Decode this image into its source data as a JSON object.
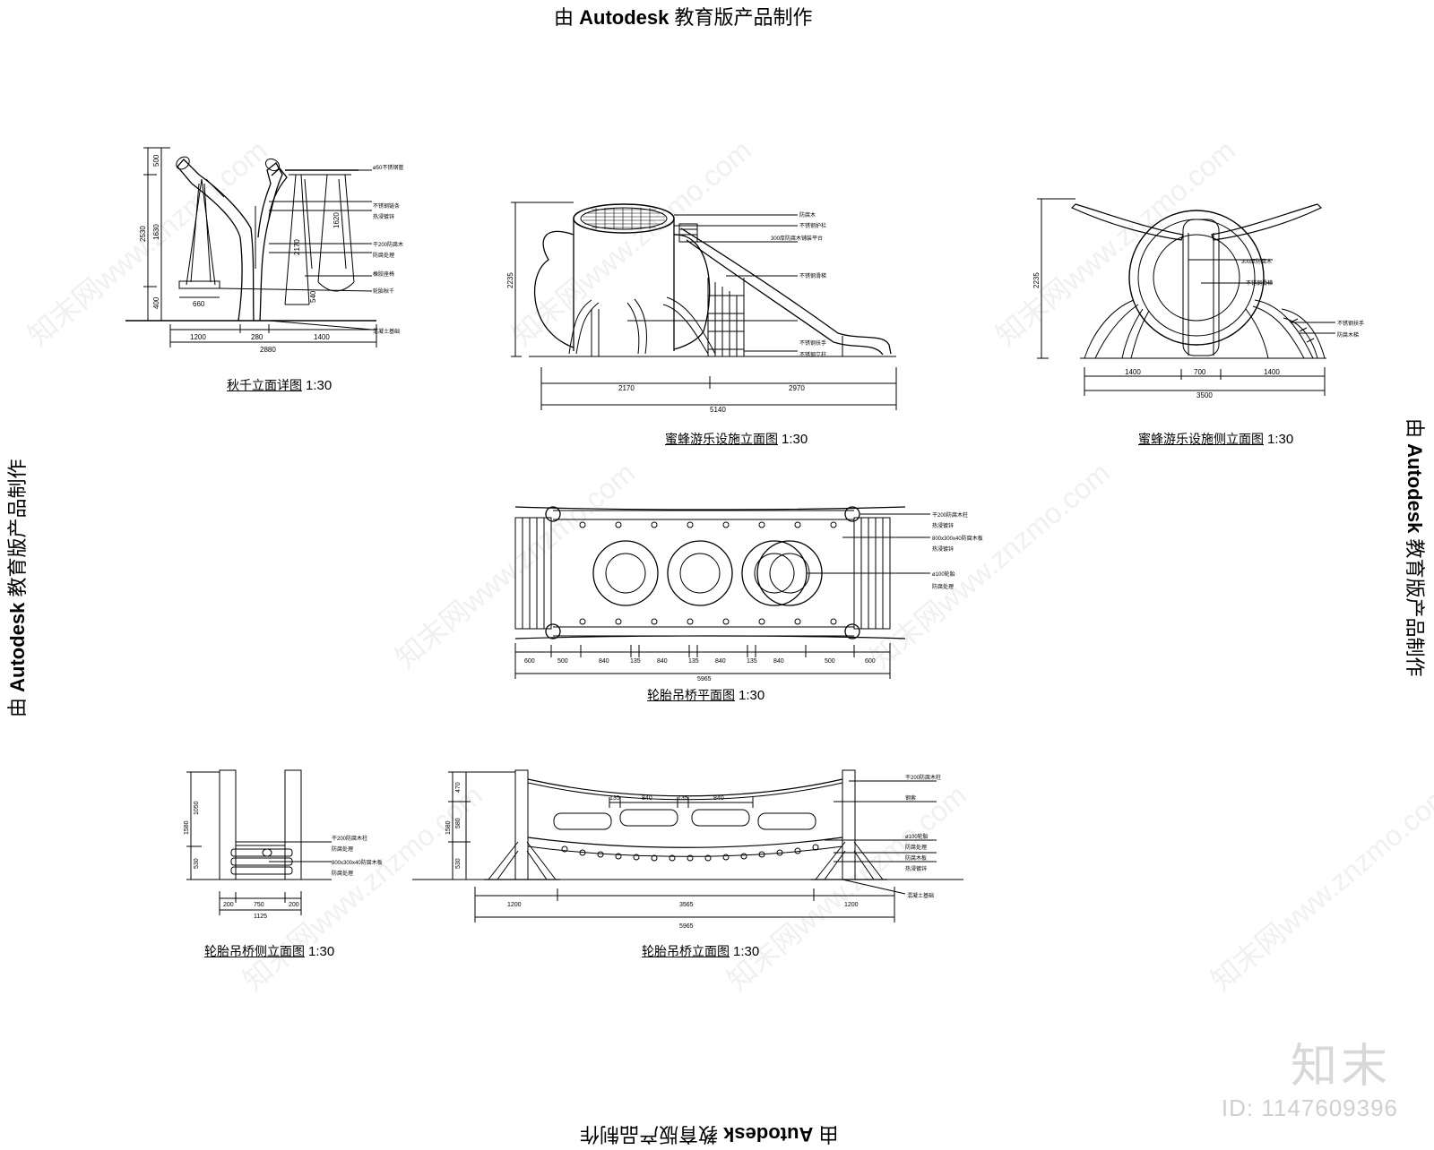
{
  "banner": {
    "prefix": "由 ",
    "brand": "Autodesk",
    "suffix": " 教育版产品制作"
  },
  "watermark": {
    "site": "知末网www.znzmo.com",
    "logo": "知末",
    "id": "ID: 1147609396"
  },
  "captions": {
    "swing": {
      "title": "秋千立面详图",
      "scale": "1:30"
    },
    "bee_front": {
      "title": "蜜蜂游乐设施立面图",
      "scale": "1:30"
    },
    "bee_side": {
      "title": "蜜蜂游乐设施侧立面图",
      "scale": "1:30"
    },
    "bridge_plan": {
      "title": "轮胎吊桥平面图",
      "scale": "1:30"
    },
    "bridge_side": {
      "title": "轮胎吊桥侧立面图",
      "scale": "1:30"
    },
    "bridge_elev": {
      "title": "轮胎吊桥立面图",
      "scale": "1:30"
    }
  },
  "dims": {
    "swing_bottom": [
      "1200",
      "280",
      "1400"
    ],
    "swing_total": "2880",
    "swing_left": [
      "500",
      "1630",
      "400"
    ],
    "swing_left_total": "2530",
    "swing_inner": [
      "1620",
      "540"
    ],
    "swing_seat": "660",
    "swing_mid": "2170",
    "bee_front_bottom": [
      "2170",
      "2970"
    ],
    "bee_front_total": "5140",
    "bee_front_height": "2235",
    "bee_side_bottom": [
      "1400",
      "700",
      "1400"
    ],
    "bee_side_total": "3500",
    "bee_side_height": "2235",
    "bridge_plan_bottom": [
      "600",
      "500",
      "840",
      "135",
      "840",
      "135",
      "840",
      "135",
      "840",
      "500",
      "600"
    ],
    "bridge_plan_total": "5965",
    "bridge_side_bottom": [
      "200",
      "750",
      "200"
    ],
    "bridge_side_total": "1125",
    "bridge_side_left": [
      "1050",
      "530"
    ],
    "bridge_side_left_total": "1580",
    "bridge_elev_top": [
      "135",
      "840",
      "135",
      "840"
    ],
    "bridge_elev_left": [
      "470",
      "580",
      "530"
    ],
    "bridge_elev_left_total": "1580",
    "bridge_elev_bottom": [
      "1200",
      "3565",
      "1200"
    ],
    "bridge_elev_total": "5965"
  },
  "notes": {
    "swing": [
      "ø50不锈钢管",
      "不锈钢链条",
      "热浸镀锌",
      "干200防腐木",
      "防腐处理",
      "橡胶座椅",
      "轮胎秋千",
      "混凝土基础"
    ],
    "bee_front": [
      "防腐木",
      "不锈钢护栏",
      "300厚防腐木铺装平台",
      "不锈钢滑梯",
      "不锈钢扶手",
      "不锈钢立柱"
    ],
    "bee_side": [
      "300厚防腐木",
      "不锈钢滑梯",
      "不锈钢扶手",
      "防腐木梯"
    ],
    "bridge_plan": [
      "干200防腐木柱",
      "热浸镀锌",
      "800x300x40防腐木板",
      "热浸镀锌",
      "ø100轮胎",
      "防腐处理"
    ],
    "bridge_side": [
      "干200防腐木柱",
      "防腐处理",
      "800x300x40防腐木板",
      "防腐处理"
    ],
    "bridge_elev": [
      "干200防腐木柱",
      "钢索",
      "ø100轮胎",
      "防腐处理",
      "防腐木板",
      "热浸镀锌",
      "混凝土基础"
    ]
  }
}
